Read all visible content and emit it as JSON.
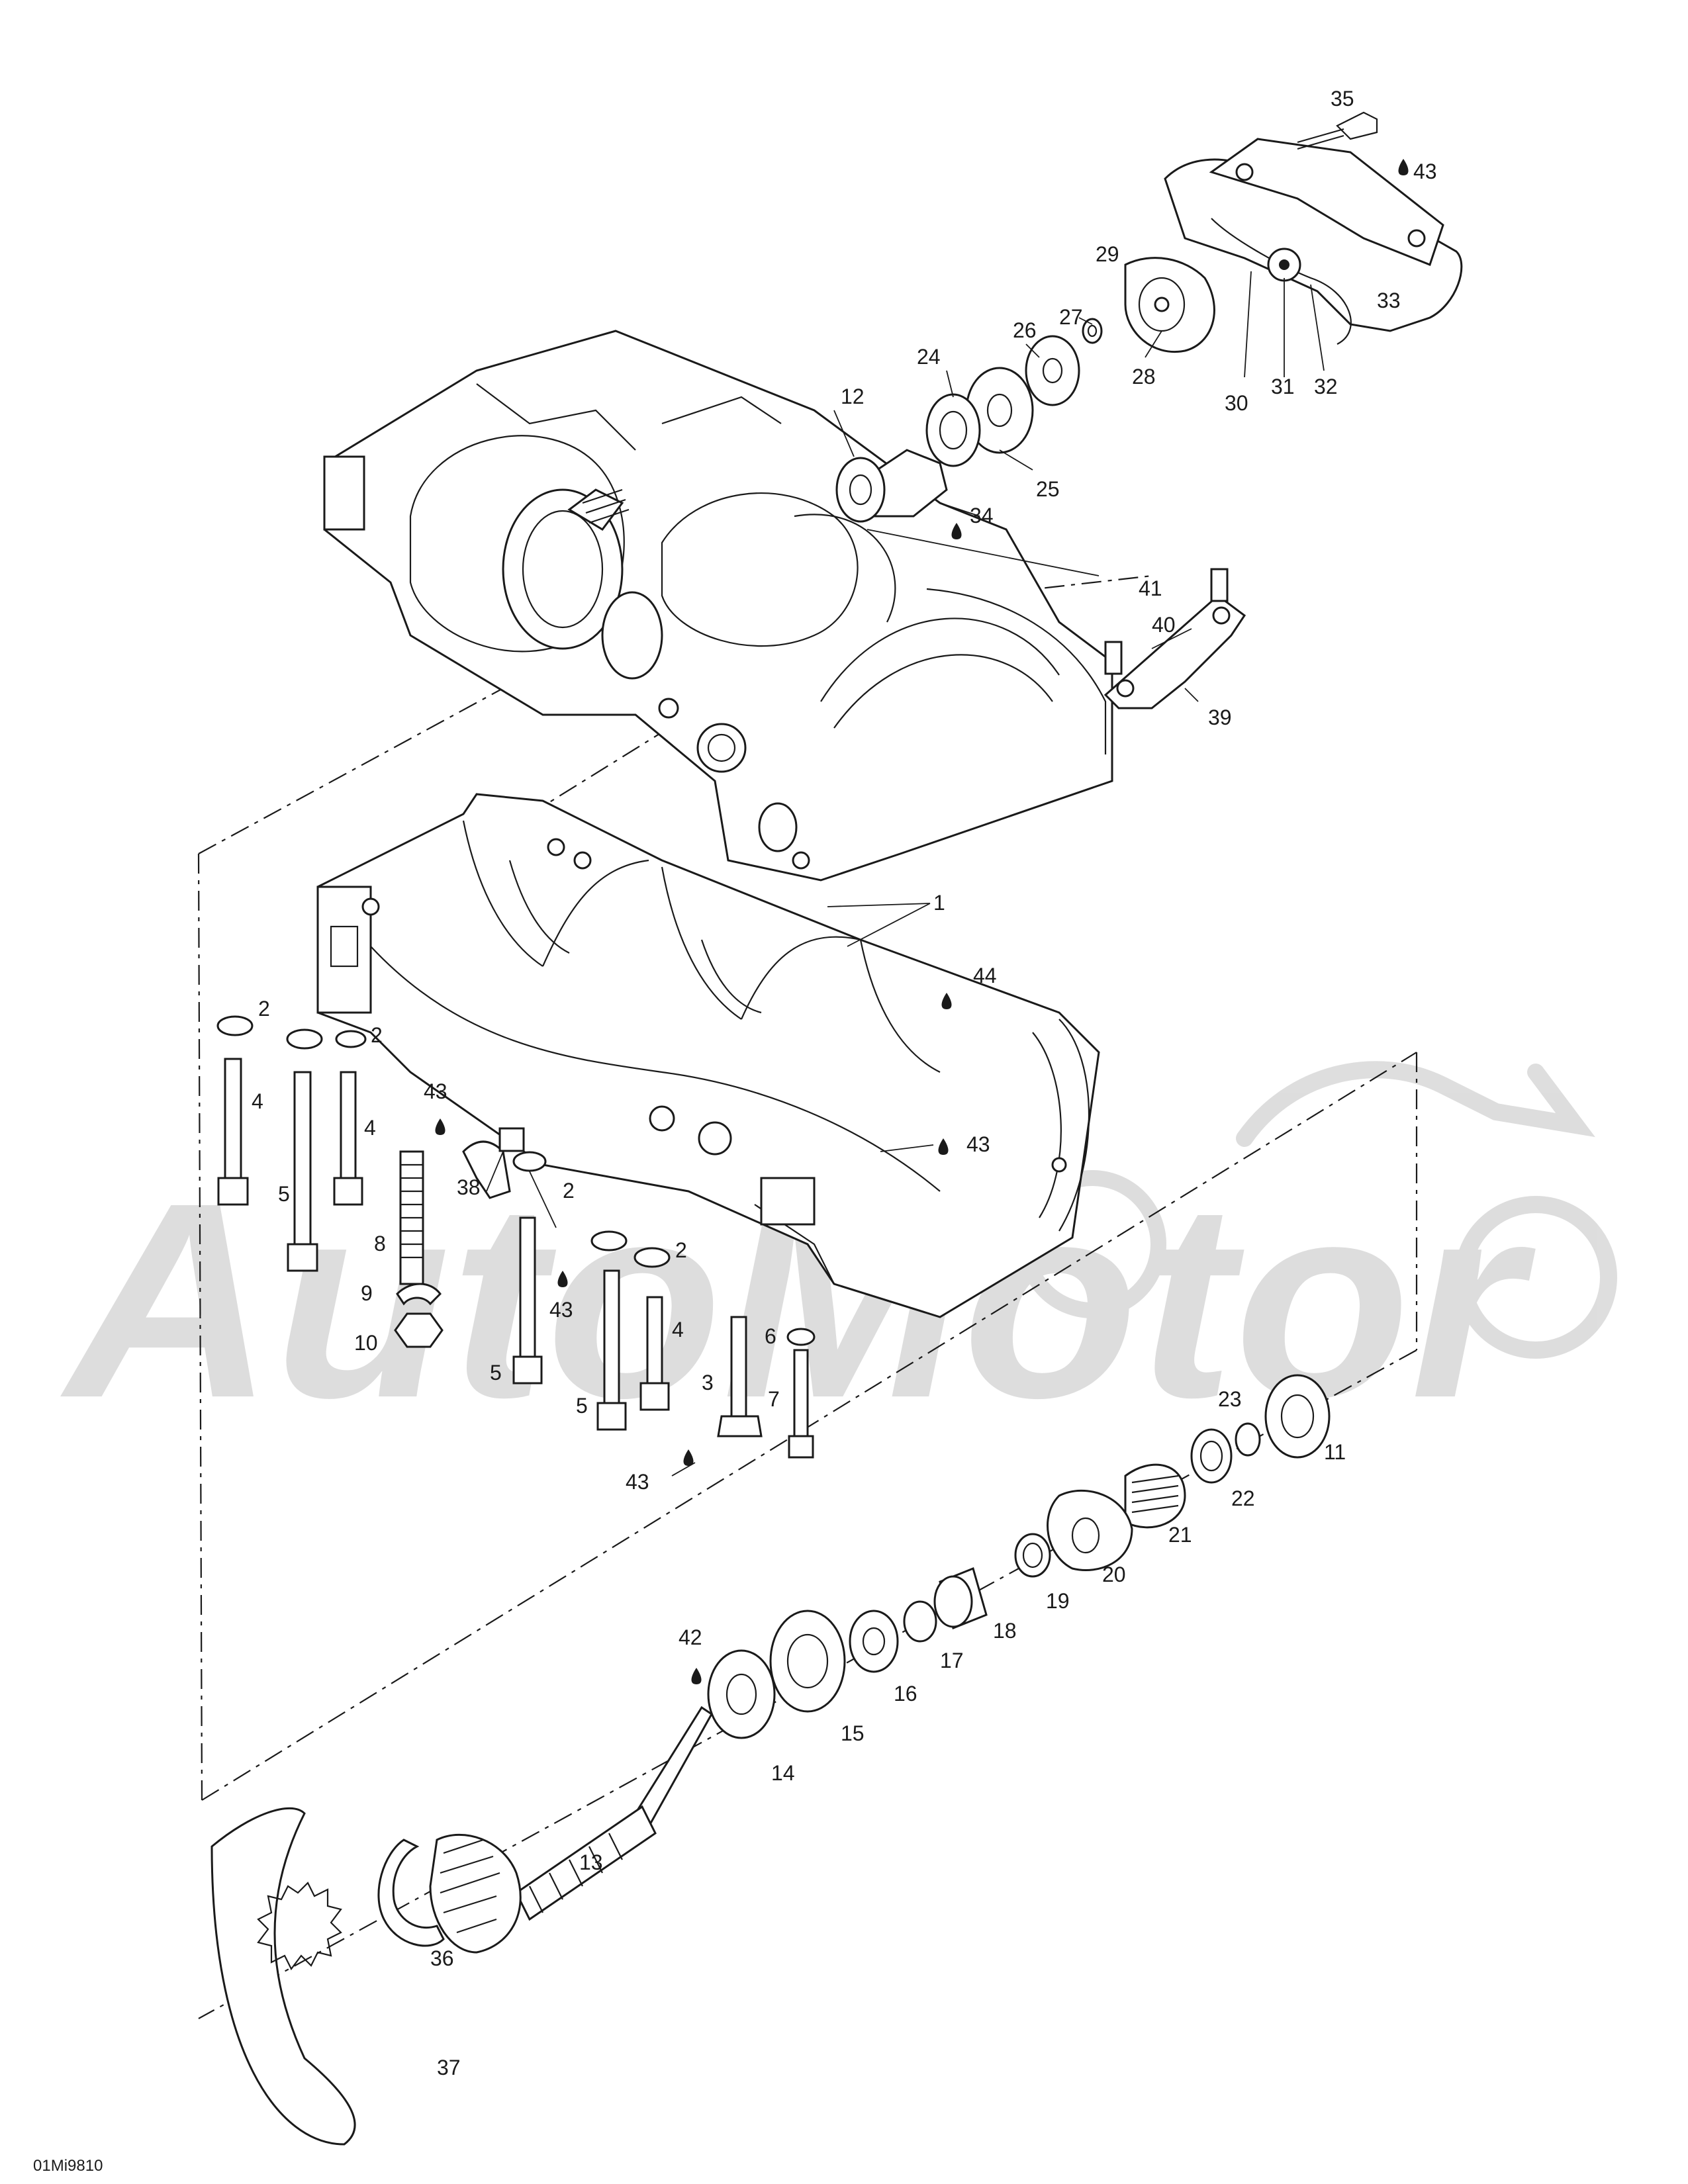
{
  "diagram": {
    "drawing_code": "01Mi9810",
    "watermark": "AutoMotor",
    "callouts": [
      {
        "key": "35",
        "text": "35"
      },
      {
        "key": "43a",
        "text": "43"
      },
      {
        "key": "29",
        "text": "29"
      },
      {
        "key": "33",
        "text": "33"
      },
      {
        "key": "26",
        "text": "26"
      },
      {
        "key": "27",
        "text": "27"
      },
      {
        "key": "28",
        "text": "28"
      },
      {
        "key": "24",
        "text": "24"
      },
      {
        "key": "12",
        "text": "12"
      },
      {
        "key": "30",
        "text": "30"
      },
      {
        "key": "31",
        "text": "31"
      },
      {
        "key": "32",
        "text": "32"
      },
      {
        "key": "25",
        "text": "25"
      },
      {
        "key": "34",
        "text": "34"
      },
      {
        "key": "41",
        "text": "41"
      },
      {
        "key": "40",
        "text": "40"
      },
      {
        "key": "39",
        "text": "39"
      },
      {
        "key": "1",
        "text": "1"
      },
      {
        "key": "44",
        "text": "44"
      },
      {
        "key": "2a",
        "text": "2"
      },
      {
        "key": "2b",
        "text": "2"
      },
      {
        "key": "43b",
        "text": "43"
      },
      {
        "key": "4a",
        "text": "4"
      },
      {
        "key": "4b",
        "text": "4"
      },
      {
        "key": "43c",
        "text": "43"
      },
      {
        "key": "5a",
        "text": "5"
      },
      {
        "key": "38",
        "text": "38"
      },
      {
        "key": "2c",
        "text": "2"
      },
      {
        "key": "8",
        "text": "8"
      },
      {
        "key": "2d",
        "text": "2"
      },
      {
        "key": "9",
        "text": "9"
      },
      {
        "key": "43d",
        "text": "43"
      },
      {
        "key": "10",
        "text": "10"
      },
      {
        "key": "4c",
        "text": "4"
      },
      {
        "key": "6",
        "text": "6"
      },
      {
        "key": "5b",
        "text": "5"
      },
      {
        "key": "3",
        "text": "3"
      },
      {
        "key": "5c",
        "text": "5"
      },
      {
        "key": "7",
        "text": "7"
      },
      {
        "key": "23",
        "text": "23"
      },
      {
        "key": "43e",
        "text": "43"
      },
      {
        "key": "11",
        "text": "11"
      },
      {
        "key": "22",
        "text": "22"
      },
      {
        "key": "21",
        "text": "21"
      },
      {
        "key": "20",
        "text": "20"
      },
      {
        "key": "19",
        "text": "19"
      },
      {
        "key": "18",
        "text": "18"
      },
      {
        "key": "17",
        "text": "17"
      },
      {
        "key": "42",
        "text": "42"
      },
      {
        "key": "16",
        "text": "16"
      },
      {
        "key": "15",
        "text": "15"
      },
      {
        "key": "14",
        "text": "14"
      },
      {
        "key": "13",
        "text": "13"
      },
      {
        "key": "36",
        "text": "36"
      },
      {
        "key": "37",
        "text": "37"
      }
    ]
  }
}
